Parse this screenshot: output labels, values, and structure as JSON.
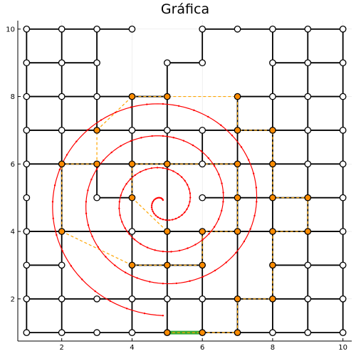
{
  "chart_data": {
    "type": "scatter",
    "title": "Gráfica",
    "xlabel": "",
    "ylabel": "",
    "xlim": [
      0.75,
      10.25
    ],
    "ylim": [
      0.75,
      10.25
    ],
    "xticks": [
      2,
      4,
      6,
      8,
      10
    ],
    "yticks": [
      2,
      4,
      6,
      8,
      10
    ],
    "grid": true,
    "legend": "none",
    "colors": {
      "edge": "#000000",
      "node_fill": "#ffffff",
      "path_node_fill": "#ff8c00",
      "path_line": "#ffa500",
      "spiral": "#ff0000",
      "green_edge": "#33aa33",
      "grid": "#e6e6e6"
    },
    "nodes": [
      [
        1,
        10
      ],
      [
        2,
        10
      ],
      [
        3,
        10
      ],
      [
        4,
        10
      ],
      [
        6,
        10
      ],
      [
        7,
        10
      ],
      [
        8,
        10
      ],
      [
        9,
        10
      ],
      [
        10,
        10
      ],
      [
        1,
        9
      ],
      [
        2,
        9
      ],
      [
        3,
        9
      ],
      [
        5,
        9
      ],
      [
        6,
        9
      ],
      [
        8,
        9
      ],
      [
        9,
        9
      ],
      [
        10,
        9
      ],
      [
        1,
        8
      ],
      [
        2,
        8
      ],
      [
        3,
        8
      ],
      [
        4,
        8
      ],
      [
        5,
        8
      ],
      [
        7,
        8
      ],
      [
        8,
        8
      ],
      [
        9,
        8
      ],
      [
        10,
        8
      ],
      [
        1,
        7
      ],
      [
        2,
        7
      ],
      [
        3,
        7
      ],
      [
        4,
        7
      ],
      [
        5,
        7
      ],
      [
        6,
        7
      ],
      [
        7,
        7
      ],
      [
        8,
        7
      ],
      [
        9,
        7
      ],
      [
        10,
        7
      ],
      [
        1,
        6
      ],
      [
        2,
        6
      ],
      [
        3,
        6
      ],
      [
        4,
        6
      ],
      [
        5,
        6
      ],
      [
        6,
        6
      ],
      [
        7,
        6
      ],
      [
        8,
        6
      ],
      [
        9,
        6
      ],
      [
        10,
        6
      ],
      [
        1,
        5
      ],
      [
        3,
        5
      ],
      [
        4,
        5
      ],
      [
        6,
        5
      ],
      [
        7,
        5
      ],
      [
        8,
        5
      ],
      [
        9,
        5
      ],
      [
        10,
        5
      ],
      [
        1,
        4
      ],
      [
        2,
        4
      ],
      [
        4,
        4
      ],
      [
        5,
        4
      ],
      [
        6,
        4
      ],
      [
        7,
        4
      ],
      [
        8,
        4
      ],
      [
        9,
        4
      ],
      [
        10,
        4
      ],
      [
        1,
        3
      ],
      [
        2,
        3
      ],
      [
        4,
        3
      ],
      [
        5,
        3
      ],
      [
        6,
        3
      ],
      [
        8,
        3
      ],
      [
        9,
        3
      ],
      [
        10,
        3
      ],
      [
        1,
        2
      ],
      [
        2,
        2
      ],
      [
        3,
        2
      ],
      [
        4,
        2
      ],
      [
        5,
        2
      ],
      [
        6,
        2
      ],
      [
        7,
        2
      ],
      [
        8,
        2
      ],
      [
        9,
        2
      ],
      [
        10,
        2
      ],
      [
        1,
        1
      ],
      [
        2,
        1
      ],
      [
        3,
        1
      ],
      [
        4,
        1
      ],
      [
        5,
        1
      ],
      [
        6,
        1
      ],
      [
        7,
        1
      ],
      [
        8,
        1
      ],
      [
        9,
        1
      ],
      [
        10,
        1
      ]
    ],
    "edges": [
      [
        [
          1,
          10
        ],
        [
          4,
          10
        ]
      ],
      [
        [
          6,
          10
        ],
        [
          10,
          10
        ]
      ],
      [
        [
          1,
          9
        ],
        [
          3,
          9
        ]
      ],
      [
        [
          5,
          9
        ],
        [
          6,
          9
        ]
      ],
      [
        [
          8,
          9
        ],
        [
          10,
          9
        ]
      ],
      [
        [
          1,
          8
        ],
        [
          5,
          8
        ]
      ],
      [
        [
          7,
          8
        ],
        [
          10,
          8
        ]
      ],
      [
        [
          1,
          7
        ],
        [
          10,
          7
        ]
      ],
      [
        [
          1,
          6
        ],
        [
          10,
          6
        ]
      ],
      [
        [
          3,
          5
        ],
        [
          4,
          5
        ]
      ],
      [
        [
          6,
          5
        ],
        [
          10,
          5
        ]
      ],
      [
        [
          1,
          4
        ],
        [
          10,
          4
        ]
      ],
      [
        [
          1,
          3
        ],
        [
          2,
          3
        ]
      ],
      [
        [
          4,
          3
        ],
        [
          6,
          3
        ]
      ],
      [
        [
          8,
          3
        ],
        [
          10,
          3
        ]
      ],
      [
        [
          1,
          2
        ],
        [
          10,
          2
        ]
      ],
      [
        [
          1,
          1
        ],
        [
          10,
          1
        ]
      ],
      [
        [
          1,
          10
        ],
        [
          1,
          1
        ]
      ],
      [
        [
          2,
          10
        ],
        [
          2,
          1
        ]
      ],
      [
        [
          3,
          10
        ],
        [
          3,
          7
        ]
      ],
      [
        [
          3,
          6
        ],
        [
          3,
          5
        ]
      ],
      [
        [
          4,
          8
        ],
        [
          4,
          1
        ]
      ],
      [
        [
          5,
          9
        ],
        [
          5,
          1
        ]
      ],
      [
        [
          6,
          10
        ],
        [
          6,
          9
        ]
      ],
      [
        [
          6,
          7
        ],
        [
          6,
          6
        ]
      ],
      [
        [
          6,
          4
        ],
        [
          6,
          1
        ]
      ],
      [
        [
          7,
          8
        ],
        [
          7,
          1
        ]
      ],
      [
        [
          8,
          10
        ],
        [
          8,
          1
        ]
      ],
      [
        [
          9,
          10
        ],
        [
          9,
          1
        ]
      ],
      [
        [
          10,
          10
        ],
        [
          10,
          1
        ]
      ]
    ],
    "path": [
      [
        5,
        1
      ],
      [
        6,
        1
      ],
      [
        7,
        1
      ],
      [
        7,
        2
      ],
      [
        8,
        2
      ],
      [
        8,
        3
      ],
      [
        8,
        4
      ],
      [
        9,
        4
      ],
      [
        9,
        5
      ],
      [
        8,
        5
      ],
      [
        8,
        6
      ],
      [
        8,
        7
      ],
      [
        7,
        7
      ],
      [
        7,
        8
      ],
      [
        5,
        8
      ],
      [
        4,
        8
      ],
      [
        3,
        7
      ],
      [
        3,
        6
      ],
      [
        2,
        6
      ],
      [
        2,
        4
      ],
      [
        4,
        3
      ],
      [
        5,
        3
      ],
      [
        6,
        3
      ],
      [
        6,
        4
      ],
      [
        7,
        4
      ],
      [
        7,
        5
      ],
      [
        7,
        6
      ],
      [
        5,
        6
      ],
      [
        4,
        6
      ],
      [
        4,
        5
      ],
      [
        5,
        4
      ]
    ],
    "green_edge": [
      [
        5,
        1
      ],
      [
        6,
        1
      ]
    ],
    "spiral": {
      "center": [
        4.88,
        4.88
      ],
      "start_angle_deg": 90,
      "turns": 3.5,
      "radius_per_turn": 0.95
    }
  }
}
